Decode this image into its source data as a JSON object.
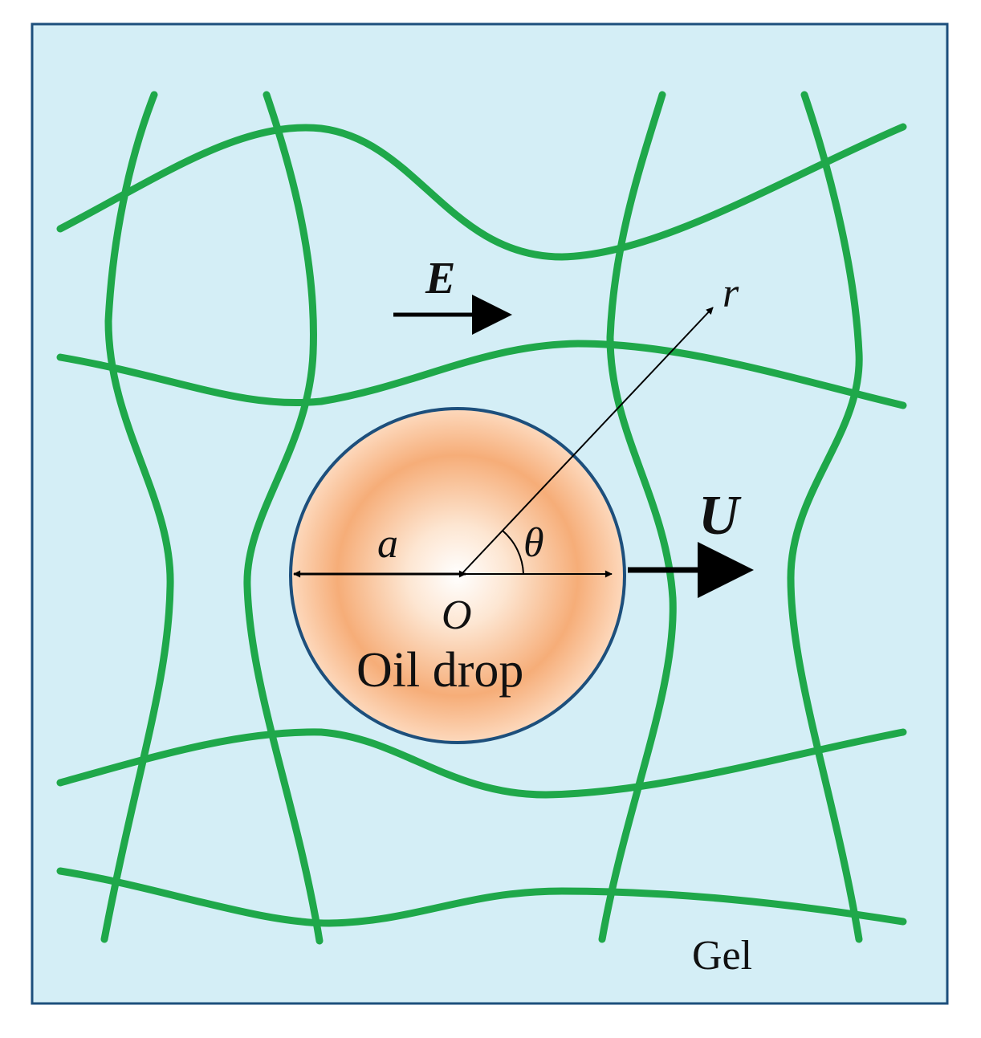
{
  "labels": {
    "field": "E",
    "velocity": "U",
    "radial": "r",
    "radius": "a",
    "angle": "θ",
    "origin": "O",
    "drop": "Oil drop",
    "medium": "Gel"
  },
  "colors": {
    "gel_background": "#d4eef6",
    "frame_border": "#1d4f7c",
    "gel_fibers": "#1fa84a",
    "drop_edge": "#ffffff",
    "drop_center": "#ffffff",
    "drop_rim": "#f6ad78",
    "drop_outline": "#1d4f7c",
    "arrows": "#000000"
  }
}
